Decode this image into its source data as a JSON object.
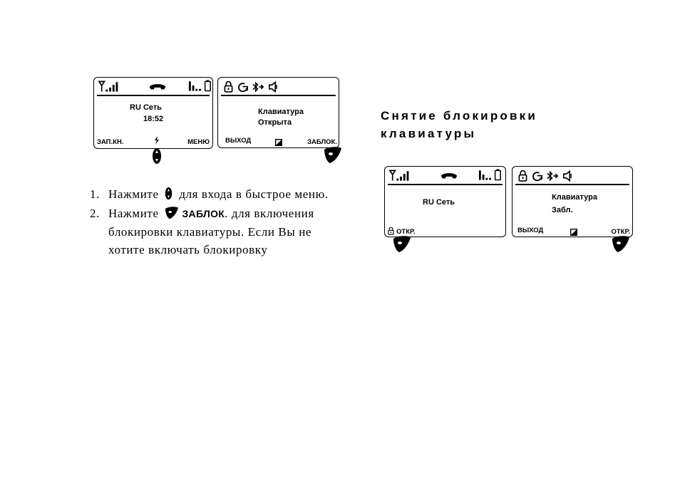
{
  "screens": {
    "s1": {
      "line1": "RU Сеть",
      "line2": "18:52",
      "left_soft": "ЗАП.КН.",
      "right_soft": "МЕНЮ"
    },
    "s2": {
      "line1": "Клавиатура",
      "line2": "Открыта",
      "left_soft": "ВЫХОД",
      "right_soft": "ЗАБЛОК."
    },
    "s3": {
      "line1": "RU Сеть",
      "left_soft": "ОТКР."
    },
    "s4": {
      "line1": "Клавиатура",
      "line2": "Забл.",
      "left_soft": "ВЫХОД",
      "right_soft": "ОТКР."
    }
  },
  "instructions": {
    "step1": {
      "num": "1.",
      "before": "Нажмите",
      "after": "для входа в быстрое меню."
    },
    "step2": {
      "num": "2.",
      "before": "Нажмите",
      "key": "ЗАБЛОК",
      "after_key": ". для включения",
      "line2": "блокировки клавиатуры. Если Вы не",
      "line3": "хотите включать блокировку"
    }
  },
  "section": {
    "heading_line1": "Снятие блокировки",
    "heading_line2": "клавиатуры"
  },
  "icons": [
    "signal-icon",
    "phone-handset-icon",
    "battery-icon",
    "lock-icon",
    "call-forward-icon",
    "bluetooth-icon",
    "speaker-icon",
    "flash-icon",
    "contrast-icon",
    "nav-key-icon",
    "soft-key-icon"
  ]
}
